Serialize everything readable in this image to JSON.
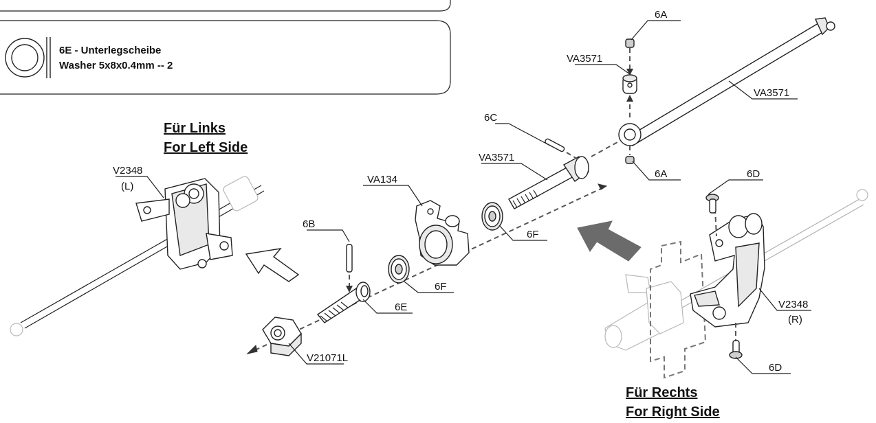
{
  "info_box": {
    "title": "6E - Unterlegscheibe",
    "description": "Washer 5x8x0.4mm -- 2",
    "icon": "washer-icon"
  },
  "headings": {
    "left_de": "Für Links",
    "left_en": "For Left Side",
    "right_de": "Für Rechts",
    "right_en": "For Right Side"
  },
  "parts": {
    "sixA_top": "6A",
    "sixA_bottom": "6A",
    "va3571_collar": "VA3571",
    "va3571_shaft": "VA3571",
    "va3571_axle": "VA3571",
    "sixC": "6C",
    "sixD_top": "6D",
    "sixD_bottom": "6D",
    "va134": "VA134",
    "sixF_right": "6F",
    "sixF_left": "6F",
    "sixB": "6B",
    "sixE": "6E",
    "v21071l": "V21071L",
    "v2348_left": "V2348",
    "v2348_left_side": "(L)",
    "v2348_right": "V2348",
    "v2348_right_side": "(R)"
  },
  "colors": {
    "outline": "#222222",
    "arrow_dark": "#6b6b6b",
    "ghost": "#b8b8b8"
  }
}
